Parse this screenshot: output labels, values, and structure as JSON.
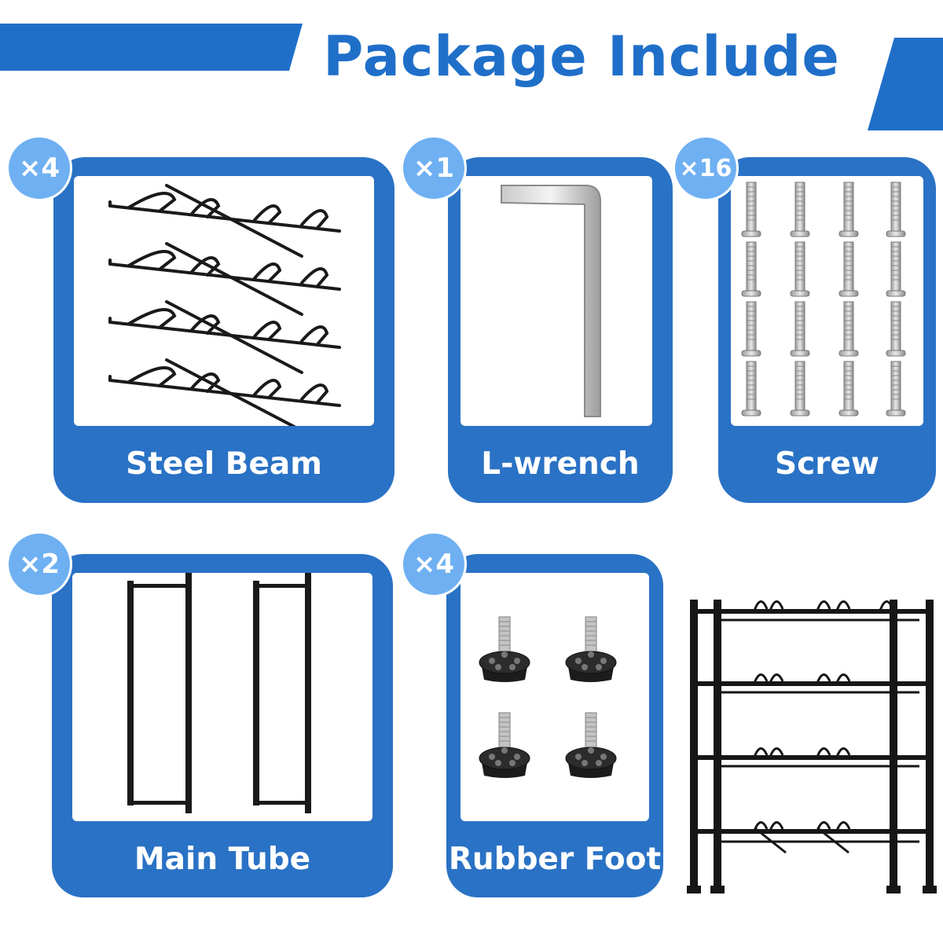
{
  "header": {
    "title": "Package Include"
  },
  "colors": {
    "primary_blue": "#2a72c5",
    "title_blue": "#1f6fc9",
    "badge_blue": "#6fb0f2"
  },
  "items": [
    {
      "label": "Steel Beam",
      "quantity": "×4",
      "icon": "steel-beam-icon"
    },
    {
      "label": "L-wrench",
      "quantity": "×1",
      "icon": "l-wrench-icon"
    },
    {
      "label": "Screw",
      "quantity": "×16",
      "icon": "screw-icon"
    },
    {
      "label": "Main Tube",
      "quantity": "×2",
      "icon": "main-tube-icon"
    },
    {
      "label": "Rubber Foot",
      "quantity": "×4",
      "icon": "rubber-foot-icon"
    }
  ],
  "assembled_product": {
    "icon": "shoe-rack-icon"
  }
}
